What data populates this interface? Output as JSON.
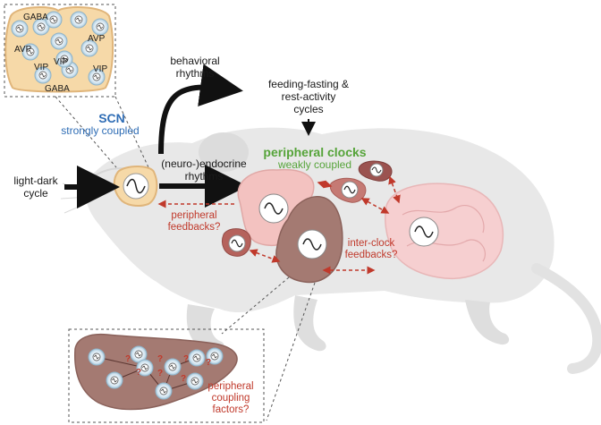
{
  "scn": {
    "title": "SCN",
    "subtitle": "strongly coupled"
  },
  "scn_inset": {
    "labels": {
      "gaba_top": "GABA",
      "gaba_bottom": "GABA",
      "avp_left": "AVP",
      "avp_right": "AVP",
      "vip_left": "VIP",
      "vip_center": "VIP",
      "vip_right": "VIP"
    }
  },
  "inputs": {
    "light_dark": "light-dark\ncycle"
  },
  "outputs": {
    "behavioral": "behavioral\nrhythms",
    "endocrine": "(neuro-)endocrine\nrhythms",
    "feeding": "feeding-fasting &\nrest-activity\ncycles"
  },
  "peripheral": {
    "title": "peripheral clocks",
    "subtitle": "weakly coupled"
  },
  "feedback": {
    "peripheral": "peripheral\nfeedbacks?",
    "interclock": "inter-clock\nfeedbacks?"
  },
  "liver_inset": {
    "coupling": "peripheral\ncoupling\nfactors?",
    "question_mark": "?"
  },
  "colors": {
    "blue": "#2f6db5",
    "green": "#56a43a",
    "red": "#c0392b",
    "scn_fill": "#f6d9a8",
    "liver": "#a47a72"
  }
}
